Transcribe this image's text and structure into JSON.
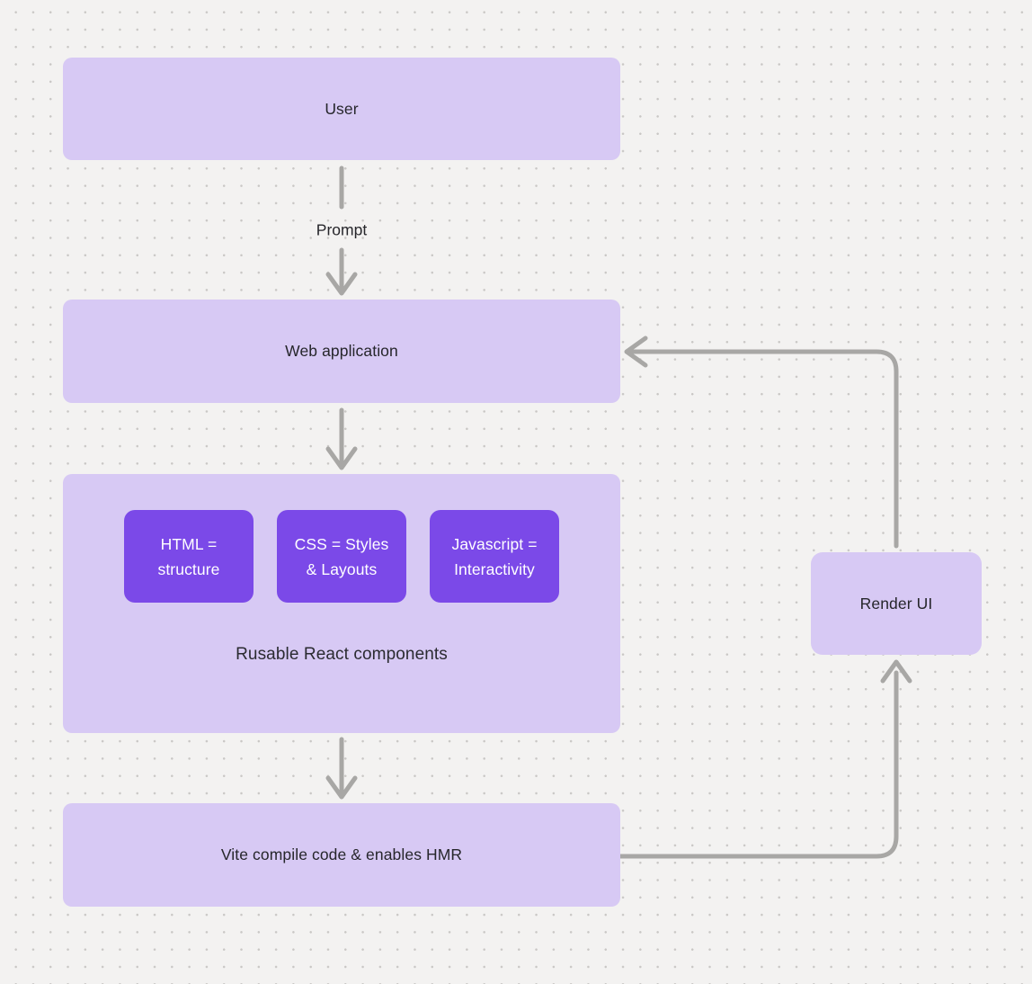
{
  "diagram": {
    "title_hint": "React + Vite web application flow diagram",
    "colors": {
      "background": "#f3f2f1",
      "dot_grid": "#c9c7c5",
      "node_fill": "#d7c9f4",
      "accent_node_fill": "#7b49e8",
      "accent_node_text": "#ffffff",
      "text": "#26262b",
      "arrow": "#a8a7a5"
    },
    "nodes": {
      "user": {
        "label": "User"
      },
      "web_application": {
        "label": "Web application"
      },
      "components": {
        "caption": "Rusable React components",
        "items": [
          {
            "label": "HTML = structure"
          },
          {
            "label": "CSS = Styles & Layouts"
          },
          {
            "label": "Javascript = Interactivity"
          }
        ]
      },
      "vite": {
        "label": "Vite compile code & enables HMR"
      },
      "render_ui": {
        "label": "Render UI"
      }
    },
    "edges": [
      {
        "from": "User",
        "to": "Web application",
        "label": "Prompt"
      },
      {
        "from": "Web application",
        "to": "Reusable React components",
        "label": ""
      },
      {
        "from": "Reusable React components",
        "to": "Vite compile code & enables HMR",
        "label": ""
      },
      {
        "from": "Vite compile code & enables HMR",
        "to": "Render UI",
        "label": ""
      },
      {
        "from": "Render UI",
        "to": "Web application",
        "label": ""
      }
    ]
  }
}
